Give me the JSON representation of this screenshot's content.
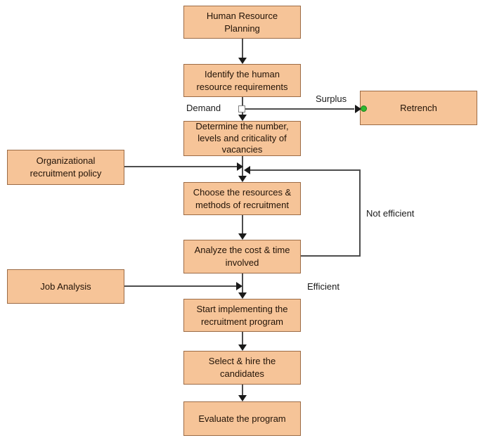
{
  "diagram": {
    "type": "flowchart",
    "topic": "Human resource planning and recruitment process",
    "nodes": {
      "hrp": {
        "label": "Human Resource Planning"
      },
      "identify": {
        "label": "Identify the human\nresource requirements"
      },
      "retrench": {
        "label": "Retrench"
      },
      "determine": {
        "label": "Determine the number,\nlevels and criticality of\nvacancies"
      },
      "orgpolicy": {
        "label": "Organizational\nrecruitment policy"
      },
      "choose": {
        "label": "Choose the resources &\nmethods of recruitment"
      },
      "analyze": {
        "label": "Analyze the cost & time\ninvolved"
      },
      "jobanalysis": {
        "label": "Job Analysis"
      },
      "start": {
        "label": "Start implementing the\nrecruitment program"
      },
      "select": {
        "label": "Select & hire the\ncandidates"
      },
      "evaluate": {
        "label": "Evaluate the program"
      }
    },
    "edge_labels": {
      "demand": "Demand",
      "surplus": "Surplus",
      "not_efficient": "Not efficient",
      "efficient": "Efficient"
    },
    "edges": [
      {
        "from": "hrp",
        "to": "identify"
      },
      {
        "from": "identify",
        "to": "determine",
        "label": "Demand"
      },
      {
        "from": "identify",
        "to": "retrench",
        "label": "Surplus"
      },
      {
        "from": "orgpolicy",
        "to": "choose"
      },
      {
        "from": "determine",
        "to": "choose"
      },
      {
        "from": "choose",
        "to": "analyze"
      },
      {
        "from": "analyze",
        "to": "choose",
        "label": "Not efficient"
      },
      {
        "from": "jobanalysis",
        "to": "start"
      },
      {
        "from": "analyze",
        "to": "start",
        "label": "Efficient"
      },
      {
        "from": "start",
        "to": "select"
      },
      {
        "from": "select",
        "to": "evaluate"
      }
    ],
    "colors": {
      "node_fill": "#F6C498",
      "node_border": "#9C6B45",
      "connector": "#4D4D4D",
      "arrowhead": "#1A1A1A",
      "connection_dot": "#2EB82E",
      "background": "#FFFFFF"
    }
  }
}
